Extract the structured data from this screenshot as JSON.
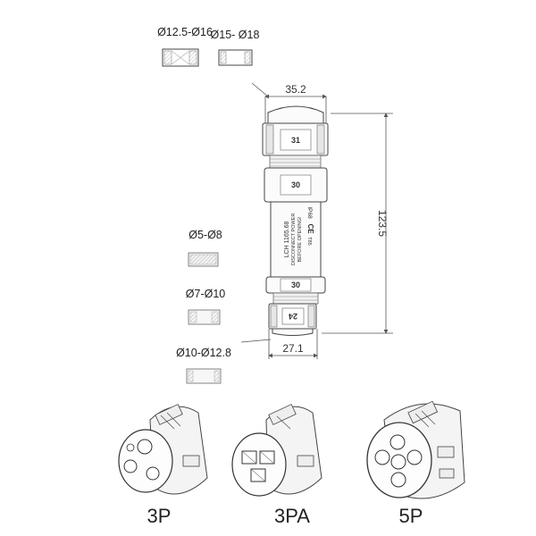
{
  "seals_top": [
    {
      "label": "Ø12.5-Ø16"
    },
    {
      "label": "Ø15- Ø18"
    }
  ],
  "seals_side": [
    {
      "label": "Ø5-Ø8"
    },
    {
      "label": "Ø7-Ø10"
    },
    {
      "label": "Ø10-Ø12.8"
    }
  ],
  "dimensions": {
    "top_width": "35.2",
    "length": "123.5",
    "bottom_width": "27.1"
  },
  "nuts": {
    "top_cap": "31",
    "upper_body": "30",
    "lower_body": "30",
    "bottom_cap": "24"
  },
  "body_print": {
    "model": "LCH 1165.68",
    "line1": "DISCONNECT POWER",
    "line2": "BEFORE OPENING!",
    "rating": "IP68",
    "mark_ce": "CE",
    "temp": "T85"
  },
  "inserts": [
    {
      "label": "3P"
    },
    {
      "label": "3PA"
    },
    {
      "label": "5P"
    }
  ]
}
